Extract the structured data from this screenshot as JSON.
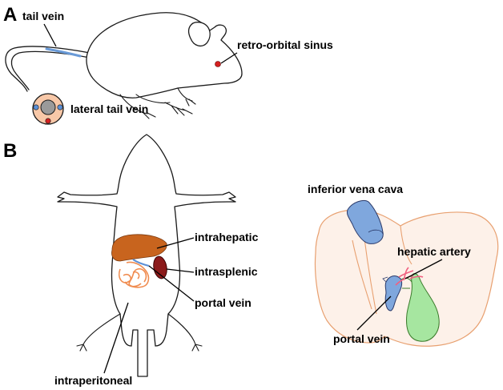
{
  "panels": {
    "a": {
      "letter": "A",
      "labels": {
        "tail_vein": "tail vein",
        "retro_orbital_sinus": "retro-orbital sinus",
        "lateral_tail_vein": "lateral tail vein"
      }
    },
    "b": {
      "letter": "B",
      "labels": {
        "intrahepatic": "intrahepatic",
        "intrasplenic": "intrasplenic",
        "portal_vein_left": "portal vein",
        "intraperitoneal": "intraperitoneal",
        "inferior_vena_cava": "inferior vena cava",
        "hepatic_artery": "hepatic artery",
        "portal_vein_right": "portal vein"
      }
    }
  },
  "colors": {
    "liver": "#c8641e",
    "liver_fill_light": "#fdf1e9",
    "liver_outline": "#e8a070",
    "spleen": "#8b1a1a",
    "intestine": "#f08c50",
    "vena_cava": "#7fa7dd",
    "portal_vein": "#7fa7dd",
    "hepatic_artery": "#f06080",
    "gallbladder": "#a6e6a0",
    "tail_vein": "#6a9bd8",
    "retro_orbital_dot": "#d42020",
    "cross_section_fill": "#f8c8a8"
  }
}
